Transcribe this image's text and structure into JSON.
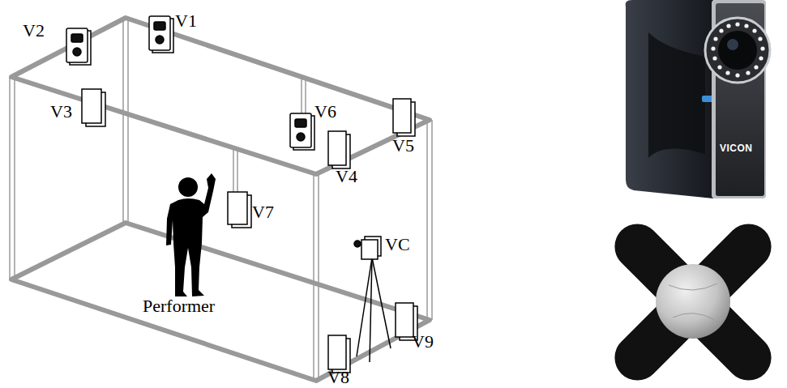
{
  "diagram": {
    "labels": [
      "V2",
      "V1",
      "V3",
      "V6",
      "V4",
      "V5",
      "V7",
      "VC",
      "Performer",
      "V9",
      "V8",
      "VICON"
    ]
  }
}
